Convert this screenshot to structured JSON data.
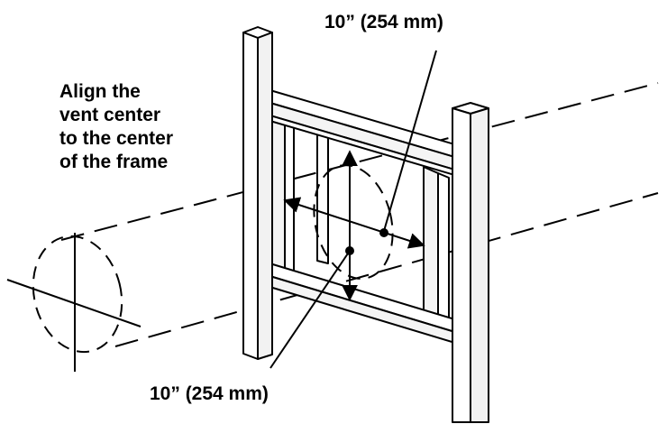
{
  "labels": {
    "instruction_lines": [
      "Align the",
      "vent center",
      "to the center",
      "of the frame"
    ],
    "top_dimension": "10” (254 mm)",
    "bottom_dimension": "10” (254 mm)"
  },
  "colors": {
    "stroke": "#000000",
    "fill": "#ffffff",
    "frame_face": "#ffffff",
    "frame_side": "#f2f2f2"
  },
  "icons": {
    "dimension_arrow": "double-headed-arrow",
    "center_marker": "filled-dot"
  }
}
